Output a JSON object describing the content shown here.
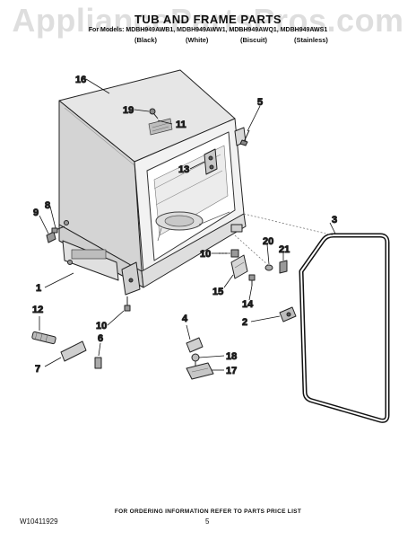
{
  "header": {
    "watermark": "AppliancePartsPros.com",
    "title": "TUB AND FRAME PARTS",
    "models_line": "For Models: MDBH949AWB1, MDBH949AWW1, MDBH949AWQ1, MDBH949AWS1",
    "colors": [
      "(Black)",
      "(White)",
      "(Biscuit)",
      "(Stainless)"
    ]
  },
  "callouts": [
    "16",
    "19",
    "11",
    "5",
    "13",
    "8",
    "9",
    "3",
    "20",
    "21",
    "10",
    "1",
    "15",
    "14",
    "12",
    "2",
    "4",
    "10",
    "6",
    "7",
    "18",
    "17"
  ],
  "footer": {
    "ordering_note": "FOR ORDERING INFORMATION REFER TO PARTS PRICE LIST",
    "document_number": "W10411929",
    "page_number": "5"
  }
}
